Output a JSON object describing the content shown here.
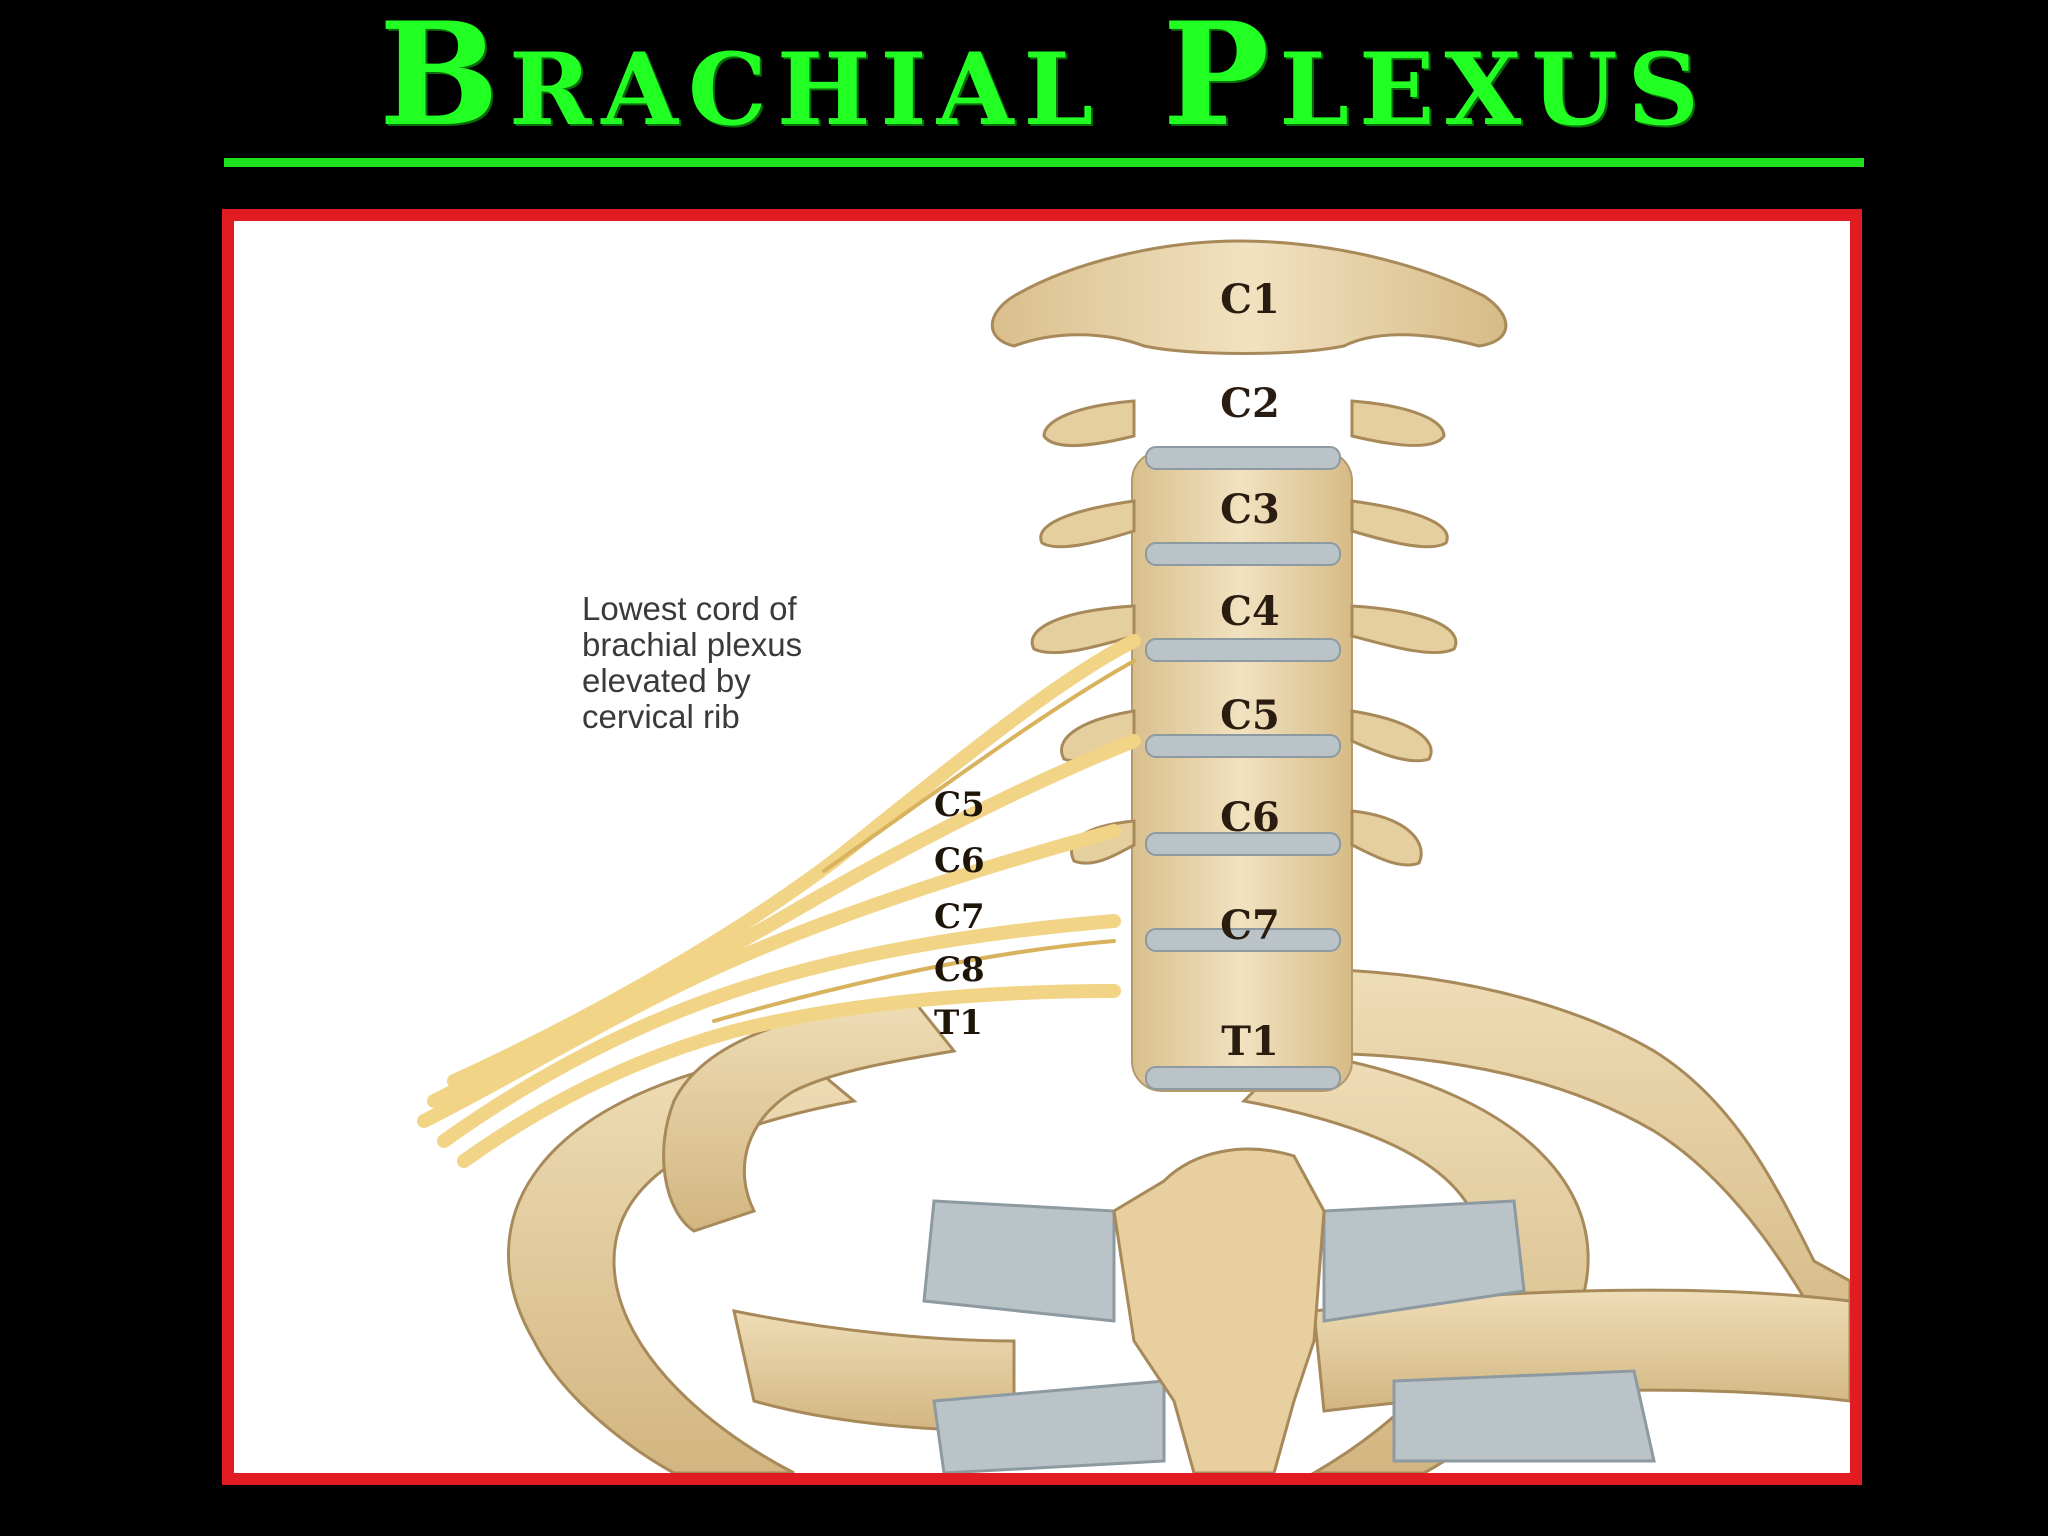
{
  "title": "Brachial Plexus",
  "caption": {
    "lines": [
      "Lowest cord of",
      "brachial plexus",
      "elevated by",
      "cervical rib"
    ]
  },
  "vertebrae": [
    "C1",
    "C2",
    "C3",
    "C4",
    "C5",
    "C6",
    "C7",
    "T1"
  ],
  "nerve_roots": [
    "C5",
    "C6",
    "C7",
    "C8",
    "T1"
  ],
  "colors": {
    "title": "#22ff22",
    "underline": "#1ee21e",
    "frame": "#e21b23",
    "bone": "#e9d6ad",
    "cartilage": "#b9c3c8",
    "nerve": "#f1d486"
  }
}
